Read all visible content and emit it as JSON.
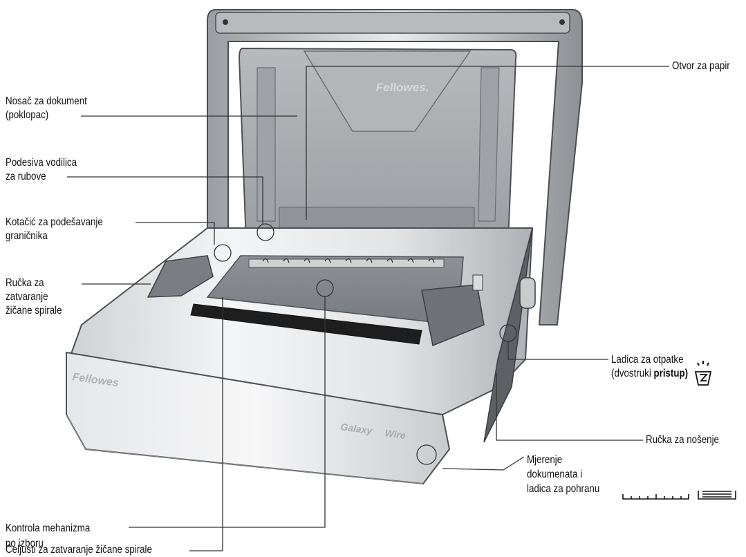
{
  "labels": {
    "document_holder": {
      "line1": "Nosač za dokument",
      "line2": "(poklopac)"
    },
    "edge_guide": {
      "line1": "Podesiva vodilica",
      "line2": "za rubove"
    },
    "stop_wheel": {
      "line1": "Kotačić za podešavanje",
      "line2": "graničnika"
    },
    "closing_handle": {
      "line1": "Ručka za",
      "line2": "zatvaranje",
      "line3": "žičane spirale"
    },
    "closing_jaws": {
      "line1": "Čeljusti za zatvaranje žičane spirale"
    },
    "mechanism_control": {
      "line1": "Kontrola mehanizma",
      "line2": "po izboru"
    },
    "paper_slot": {
      "line1": "Otvor za papir"
    },
    "waste_tray": {
      "line1": "Ladica za otpatke",
      "line2_a": "(dvostruki ",
      "line2_b": "pristup)"
    },
    "carry_handle": {
      "line1": "Ručka za nošenje"
    },
    "measure_storage": {
      "line1": "Mjerenje",
      "line2": "dokumenata i",
      "line3": "ladica za pohranu"
    }
  },
  "device": {
    "brand_cover": "Fellowes.",
    "brand_front": "Fellowes",
    "model_name_a": "Galaxy",
    "model_name_b": "Wire"
  },
  "colors": {
    "line": "#333333",
    "body_light": "#e8e9ea",
    "body_mid": "#b9bcbf",
    "body_dark": "#5d6064",
    "cover": "#a9acaf",
    "cover_dark": "#8a8d91",
    "slot": "#1e1e1e"
  }
}
